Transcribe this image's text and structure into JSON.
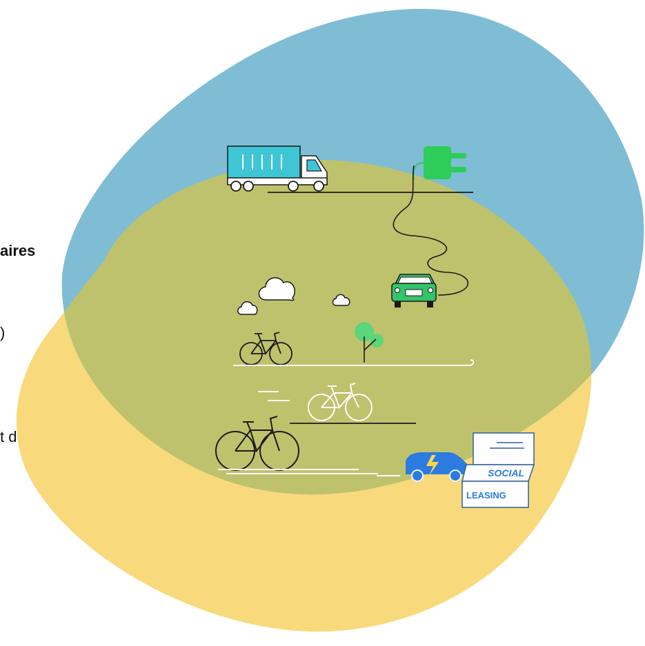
{
  "text_fragments": [
    {
      "text": "aires",
      "bold": true
    },
    {
      "text": ")",
      "bold": false
    },
    {
      "text": "t du",
      "bold": false
    }
  ],
  "sticker": {
    "line1": "SOCIAL",
    "line2": "LEASING"
  },
  "colors": {
    "blue_blob": "#7fbdd4",
    "yellow_blob": "#f8da7c",
    "overlap": "#bfc26d",
    "truck_cyan": "#3fc6d6",
    "plug_green": "#2ecc59",
    "car_green": "#34c46a",
    "tree_green": "#5cd67a",
    "ev_blue": "#2b7be0",
    "sticker_blue": "#2b7be0",
    "lightning": "#ffd84a"
  },
  "icons": [
    "truck-icon",
    "plug-icon",
    "car-icon",
    "cloud-icon",
    "tree-icon",
    "bicycle-icon",
    "electric-car-icon",
    "social-leasing-sticker"
  ]
}
